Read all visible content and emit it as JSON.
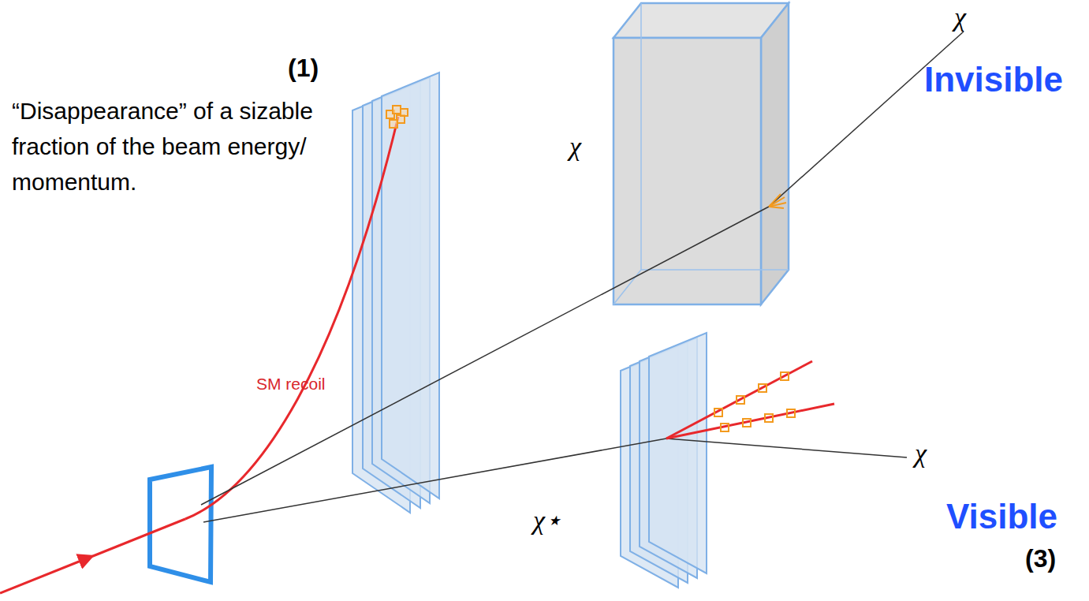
{
  "diagram": {
    "labels": [
      "(1)",
      "“Disappearance” of a sizable fraction of the beam energy/ momentum.",
      "χ",
      "Invisible",
      "χ",
      "SM recoil",
      "χ",
      "χ⋆",
      "Visible",
      "(3)"
    ]
  }
}
